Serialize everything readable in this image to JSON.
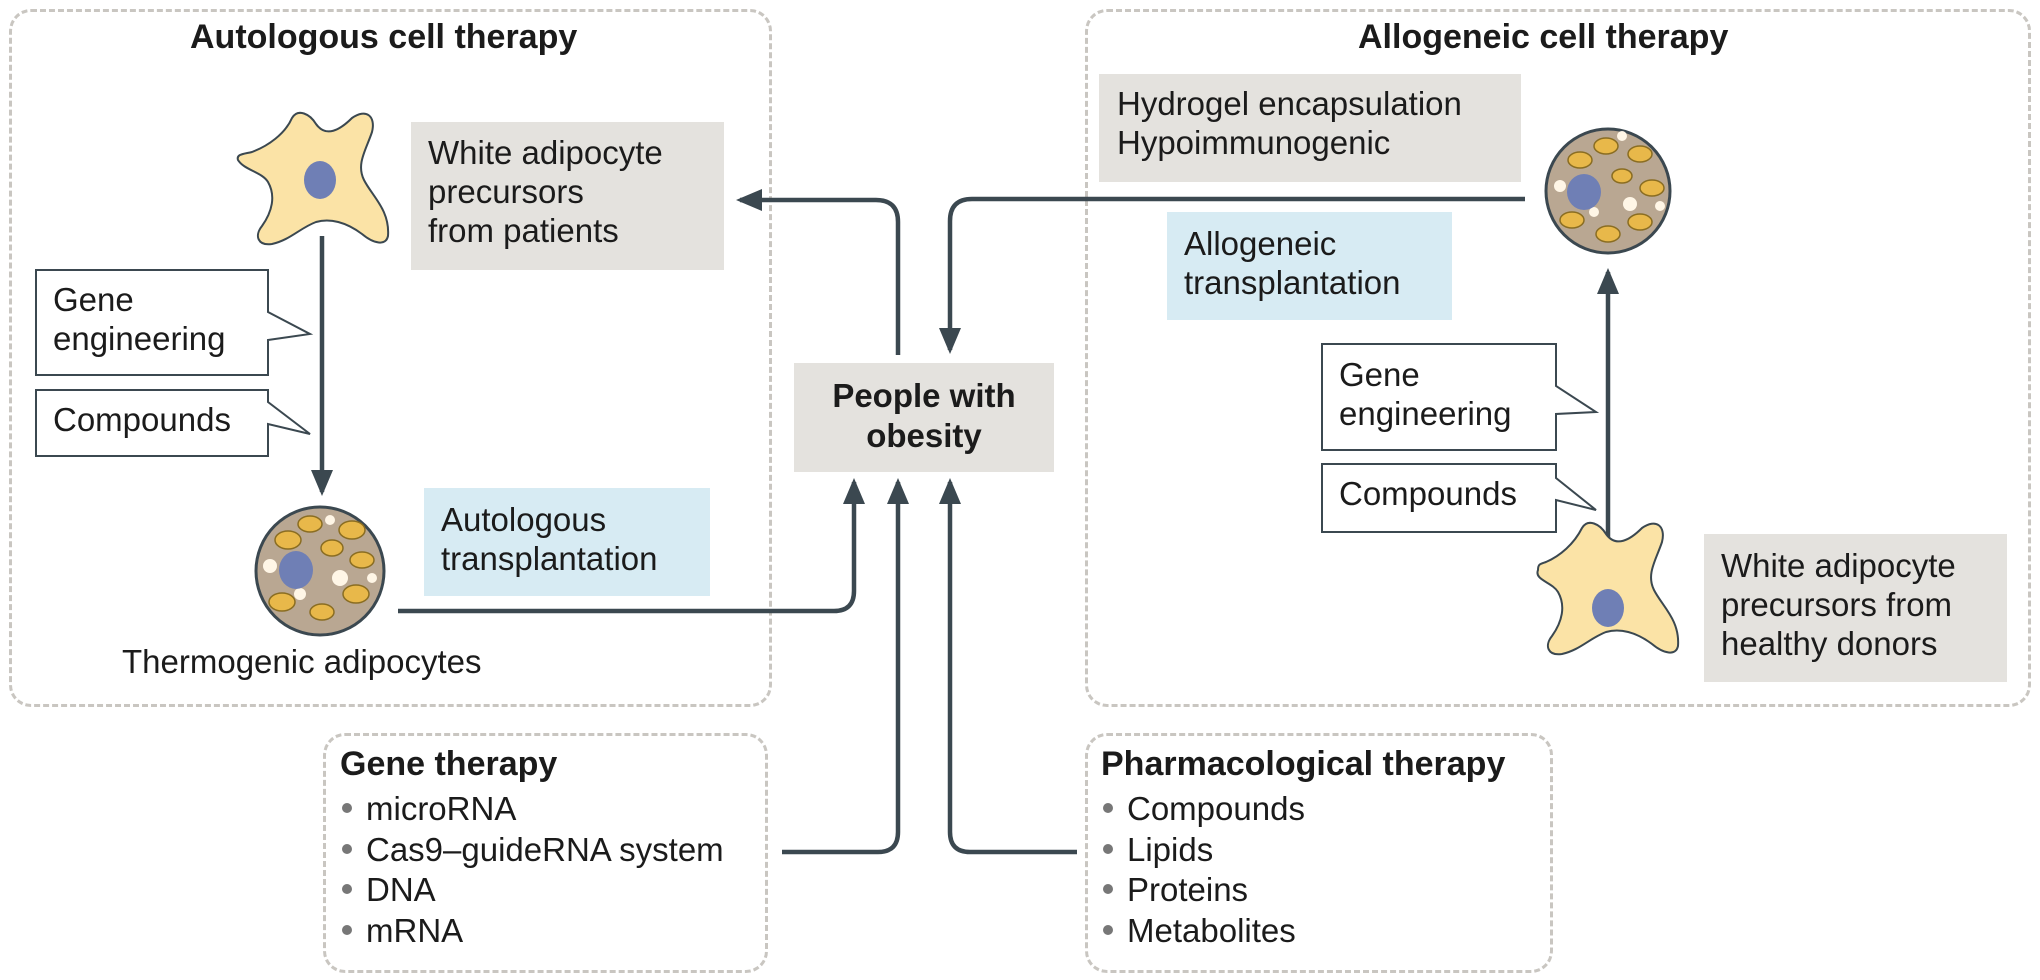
{
  "autologous": {
    "title": "Autologous cell therapy",
    "precursor_label": [
      "White adipocyte",
      "precursors",
      "from patients"
    ],
    "gene_engineering": [
      "Gene",
      "engineering"
    ],
    "compounds": "Compounds",
    "thermogenic_label": "Thermogenic adipocytes",
    "transplant_label": [
      "Autologous",
      "transplantation"
    ]
  },
  "allogeneic": {
    "title": "Allogeneic cell therapy",
    "hydrogel": [
      "Hydrogel encapsulation",
      "Hypoimmunogenic"
    ],
    "transplant_label": [
      "Allogeneic",
      "transplantation"
    ],
    "gene_engineering": [
      "Gene",
      "engineering"
    ],
    "compounds": "Compounds",
    "precursor_label": [
      "White adipocyte",
      "precursors from",
      "healthy donors"
    ]
  },
  "center": {
    "label": [
      "People with",
      "obesity"
    ]
  },
  "gene_therapy": {
    "title": "Gene therapy",
    "items": [
      "microRNA",
      "Cas9–guideRNA system",
      "DNA",
      "mRNA"
    ]
  },
  "pharmacological_therapy": {
    "title": "Pharmacological therapy",
    "items": [
      "Compounds",
      "Lipids",
      "Proteins",
      "Metabolites"
    ]
  },
  "colors": {
    "arrow": "#3b4850",
    "grey_box": "#e4e2de",
    "blue_box": "#d7ebf3",
    "cell_fill": "#fbe3a6",
    "nucleus": "#6f7fb5",
    "panel_border": "#c9c6c1"
  }
}
